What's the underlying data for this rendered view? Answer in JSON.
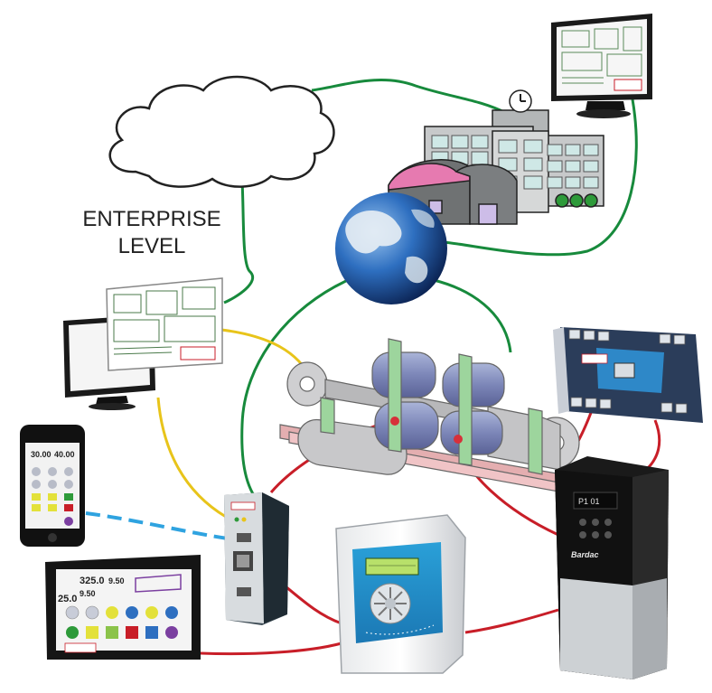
{
  "enterprise_label": {
    "line1": "ENTERPRISE",
    "line2": "LEVEL"
  },
  "phone": {
    "reading1": "30.00",
    "reading2": "40.00"
  },
  "hmi": {
    "reading1": "325.0",
    "reading2": "9.50",
    "reading3": "9.50",
    "reading4": "25.0"
  },
  "drive": {
    "display": "P1 01",
    "brand": "Bardac"
  },
  "link_colors": {
    "ethernet": "#178a3c",
    "serial": "#e8c41a",
    "drive_bus": "#c81e28",
    "wireless": "#2fa3e0"
  }
}
